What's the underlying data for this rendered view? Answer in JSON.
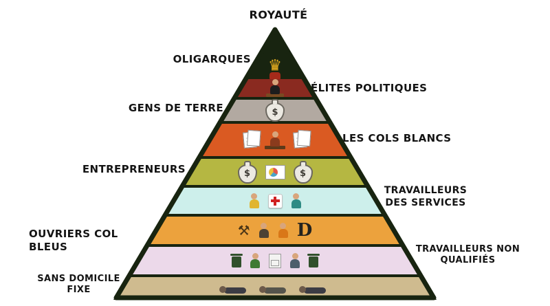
{
  "diagram": {
    "background": "#ffffff",
    "outline_color": "#182410",
    "tiers": [
      {
        "name": "royaute",
        "label": "ROYAUTÉ",
        "color": "#182410",
        "side": "top"
      },
      {
        "name": "oligarques",
        "label": "OLIGARQUES",
        "color": "#182410",
        "side": "left"
      },
      {
        "name": "elites-politiques",
        "label": "ÉLITES POLITIQUES",
        "color": "#8a2a20",
        "side": "right"
      },
      {
        "name": "gens-de-terre",
        "label": "GENS DE TERRE",
        "color": "#b2a9a1",
        "side": "left"
      },
      {
        "name": "les-cols-blancs",
        "label": "LES COLS BLANCS",
        "color": "#da5a22",
        "side": "right"
      },
      {
        "name": "entrepreneurs",
        "label": "ENTREPRENEURS",
        "color": "#b5b742",
        "side": "left"
      },
      {
        "name": "travailleurs-des-services",
        "label": "TRAVAILLEURS DES SERVICES",
        "color": "#cdefeb",
        "side": "right"
      },
      {
        "name": "ouvriers-col-bleus",
        "label": "OUVRIERS COL BLEUS",
        "color": "#eca23d",
        "side": "left"
      },
      {
        "name": "travailleurs-non-qualifies",
        "label": "TRAVAILLEURS NON QUALIFIÉS",
        "color": "#ecd9ea",
        "side": "right"
      },
      {
        "name": "sans-domicile-fixe",
        "label": "SANS DOMICILE FIXE",
        "color": "#cfbb8f",
        "side": "left"
      }
    ],
    "icons": {
      "crown": "♛",
      "dollar": "$",
      "hammer_pick": "⚒",
      "d_monogram": "D"
    }
  }
}
